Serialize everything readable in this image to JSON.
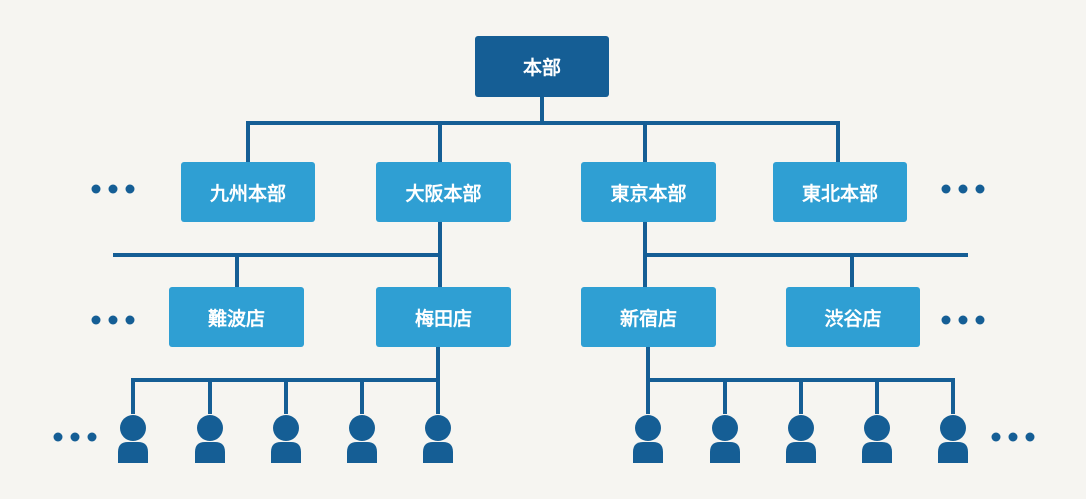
{
  "colors": {
    "background": "#f6f5f1",
    "line": "#155e95",
    "root_box": "#155e95",
    "box": "#2f9fd3",
    "person_icon": "#155e95",
    "ellipsis": "#155e95",
    "text": "#ffffff"
  },
  "org": {
    "root": {
      "label": "本部"
    },
    "branches": [
      {
        "label": "九州本部"
      },
      {
        "label": "大阪本部"
      },
      {
        "label": "東京本部"
      },
      {
        "label": "東北本部"
      }
    ],
    "stores": [
      {
        "label": "難波店"
      },
      {
        "label": "梅田店"
      },
      {
        "label": "新宿店"
      },
      {
        "label": "渋谷店"
      }
    ],
    "staff_groups": [
      {
        "count": 5,
        "icon": "person-icon"
      },
      {
        "count": 5,
        "icon": "person-icon"
      }
    ],
    "ellipsis_icon": "ellipsis-icon"
  }
}
